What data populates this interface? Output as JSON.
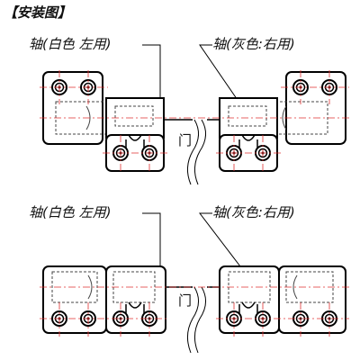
{
  "title": "【安装图】",
  "top": {
    "label_left": "轴(白色 左用)",
    "label_right": "轴(灰色:右用)",
    "door_label": "门"
  },
  "bottom": {
    "label_left": "轴(白色 左用)",
    "label_right": "轴(灰色:右用)",
    "door_label": "门"
  },
  "colors": {
    "line": "#000000",
    "centerline": "#e03030",
    "hidden": "#444444"
  }
}
